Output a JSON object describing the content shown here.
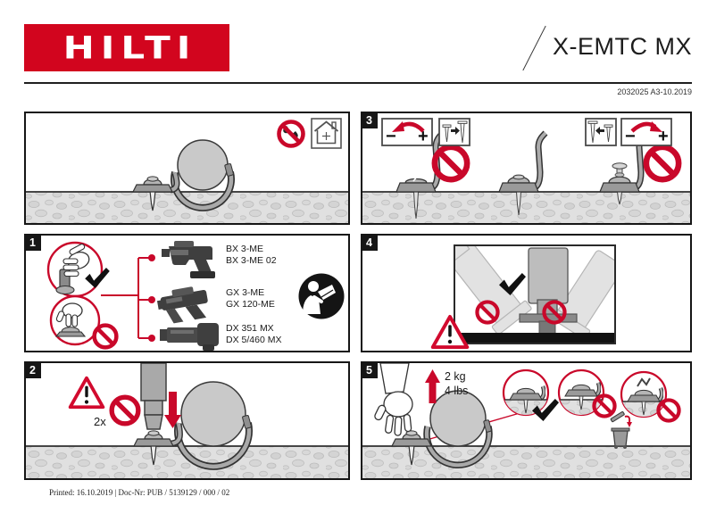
{
  "header": {
    "brand": "HILTI",
    "product_title": "X-EMTC MX",
    "doc_code": "2032025 A3-10.2019"
  },
  "colors": {
    "hilti_red": "#D2051E",
    "prohibition_red": "#C9082A",
    "concrete_gray": "#E0E0E0",
    "line_black": "#161616"
  },
  "icons": {
    "panel_intro": [
      "no-water-icon",
      "indoor-use-icon"
    ],
    "panel_1": [
      "check-icon",
      "prohibition-icon",
      "read-manual-icon"
    ],
    "panel_2": [
      "warning-triangle-icon",
      "prohibition-icon",
      "down-arrow-icon"
    ],
    "panel_3": [
      "power-decrease-icon",
      "nail-depth-icon",
      "power-increase-icon",
      "prohibition-icon"
    ],
    "panel_4": [
      "warning-triangle-icon",
      "check-icon",
      "prohibition-icon"
    ],
    "panel_5": [
      "up-arrow-icon",
      "check-icon",
      "prohibition-icon",
      "trash-bin-icon"
    ]
  },
  "panels": {
    "p1": {
      "badge": "1",
      "tool1_line1": "BX 3-ME",
      "tool1_line2": "BX 3-ME 02",
      "tool2_line1": "GX 3-ME",
      "tool2_line2": "GX 120-ME",
      "tool3_line1": "DX 351 MX",
      "tool3_line2": "DX 5/460 MX"
    },
    "p2": {
      "badge": "2",
      "repeat_label": "2x"
    },
    "p3": {
      "badge": "3",
      "minus": "−",
      "plus": "+"
    },
    "p4": {
      "badge": "4"
    },
    "p5": {
      "badge": "5",
      "weight_metric": "2 kg",
      "weight_imperial": "4 lbs"
    }
  },
  "footer": {
    "print_info": "Printed: 16.10.2019 | Doc-Nr: PUB / 5139129 / 000 / 02"
  }
}
